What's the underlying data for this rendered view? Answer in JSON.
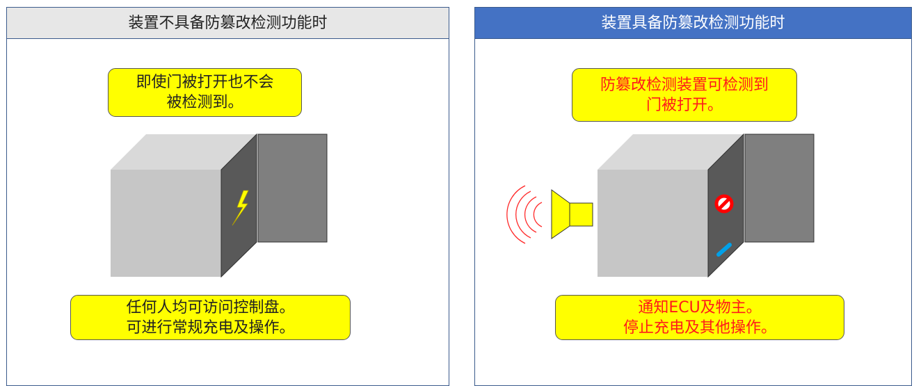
{
  "left_panel": {
    "header": "装置不具备防篡改检测功能时",
    "top_callout": {
      "line1": "即使门被打开也不会",
      "line2": "被检测到。"
    },
    "bottom_callout": {
      "line1": "任何人均可访问控制盘。",
      "line2": "可进行常规充电及操作。"
    }
  },
  "right_panel": {
    "header": "装置具备防篡改检测功能时",
    "top_callout": {
      "line1": "防篡改检测装置可检测到",
      "line2": "门被打开。"
    },
    "bottom_callout": {
      "line1": "通知ECU及物主。",
      "line2": "停止充电及其他操作。"
    }
  },
  "colors": {
    "header_left_bg": "#e7e7e7",
    "header_right_bg": "#4472c4",
    "callout_bg": "#ffff00",
    "alert_text": "#ff1a1a",
    "box_front": "#c6c6c6",
    "box_side": "#595959",
    "door": "#7f7f7f"
  },
  "icons": [
    "lightning-icon",
    "speaker-icon",
    "sound-waves-icon",
    "no-entry-icon",
    "sensor-icon"
  ]
}
